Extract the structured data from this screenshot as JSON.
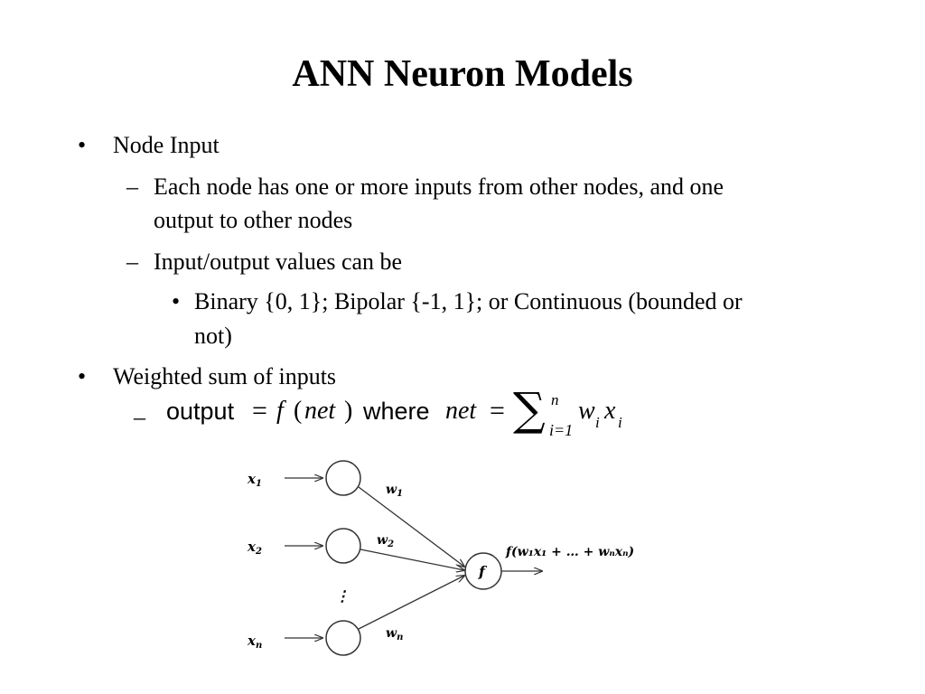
{
  "slide": {
    "title": "ANN Neuron Models",
    "bullet_marker": "•",
    "dash_marker": "–",
    "items": [
      {
        "text": "Node Input"
      },
      {
        "text_line1": "Each node has one or more inputs from other nodes, and one",
        "text_line2": "output to other nodes"
      },
      {
        "text": "Input/output values can be"
      },
      {
        "text_line1": "Binary {0, 1}; Bipolar {-1, 1}; or  Continuous (bounded or",
        "text_line2": "not)"
      },
      {
        "text": "Weighted sum of inputs"
      }
    ],
    "formula": {
      "output_word": "output",
      "equals": "=",
      "f": "f",
      "lparen": "(",
      "net": "net",
      "rparen": ")",
      "where": "where",
      "net2": "net",
      "equals2": "=",
      "sigma": "∑",
      "upper": "n",
      "lower": "i=1",
      "w": "w",
      "w_sub": "i",
      "x": "x",
      "x_sub": "i"
    }
  },
  "diagram": {
    "inputs": [
      {
        "label": "x",
        "sub": "1"
      },
      {
        "label": "x",
        "sub": "2"
      },
      {
        "label": "x",
        "sub": "n"
      }
    ],
    "weights": [
      {
        "label": "w",
        "sub": "1"
      },
      {
        "label": "w",
        "sub": "2"
      },
      {
        "label": "w",
        "sub": "n"
      }
    ],
    "dots": "⋮",
    "node_label": "f",
    "output_label": "f(w₁x₁ + … + wₙxₙ)"
  }
}
